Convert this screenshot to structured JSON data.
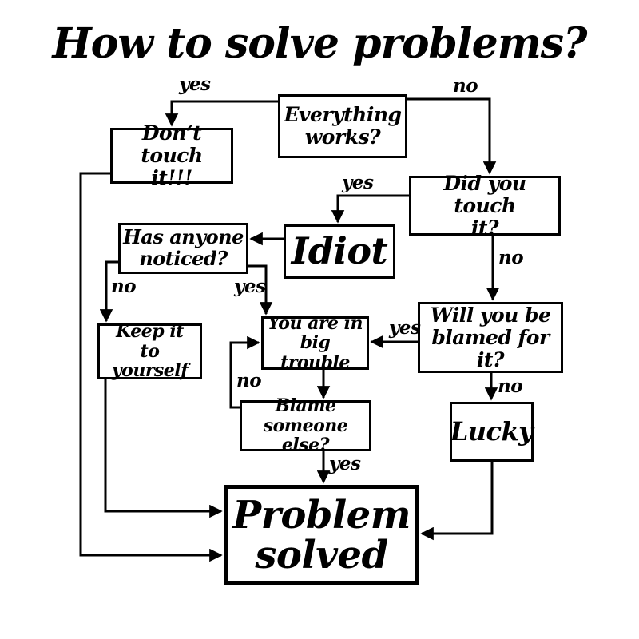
{
  "title": "How to solve problems?",
  "nodes": {
    "everything_works": {
      "label": "Everything\nworks?"
    },
    "dont_touch": {
      "label": "Don‘t touch\nit!!!"
    },
    "did_you_touch": {
      "label": "Did you touch\nit?"
    },
    "idiot": {
      "label": "Idiot"
    },
    "has_anyone_noticed": {
      "label": "Has anyone\nnoticed?"
    },
    "will_you_be_blamed": {
      "label": "Will you be\nblamed for it?"
    },
    "keep_it_to_yourself": {
      "label": "Keep it\nto yourself"
    },
    "you_are_in_big_trouble": {
      "label": "You are in\nbig trouble"
    },
    "blame_someone_else": {
      "label": "Blame someone\nelse?"
    },
    "lucky": {
      "label": "Lucky"
    },
    "problem_solved": {
      "label": "Problem\nsolved"
    }
  },
  "edge_labels": {
    "everything_yes": "yes",
    "everything_no": "no",
    "touch_yes": "yes",
    "touch_no": "no",
    "noticed_no": "no",
    "noticed_yes": "yes",
    "blamed_yes": "yes",
    "blamed_no": "no",
    "blame_no": "no",
    "blame_yes": "yes"
  },
  "colors": {
    "ink": "#000000",
    "background": "#ffffff"
  }
}
